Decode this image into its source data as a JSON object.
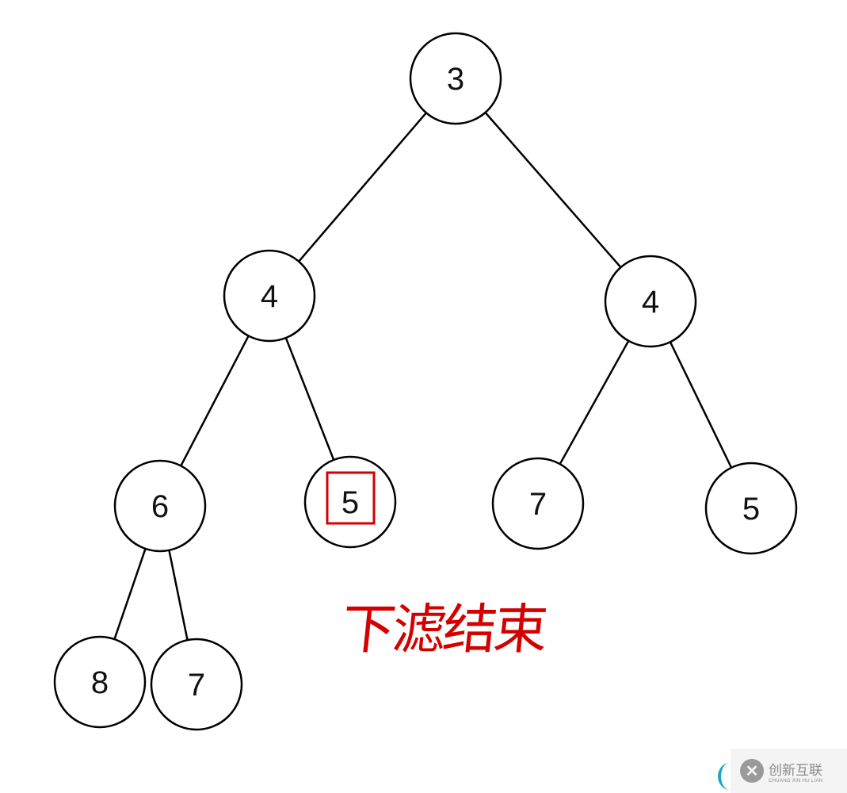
{
  "nodes": [
    {
      "id": "root",
      "label": "3"
    },
    {
      "id": "l",
      "label": "4"
    },
    {
      "id": "r",
      "label": "4"
    },
    {
      "id": "ll",
      "label": "6"
    },
    {
      "id": "lr",
      "label": "5",
      "highlighted": true
    },
    {
      "id": "rl",
      "label": "7"
    },
    {
      "id": "rr",
      "label": "5"
    },
    {
      "id": "lll",
      "label": "8"
    },
    {
      "id": "llr",
      "label": "7"
    }
  ],
  "edges": [
    [
      "root",
      "l"
    ],
    [
      "root",
      "r"
    ],
    [
      "l",
      "ll"
    ],
    [
      "l",
      "lr"
    ],
    [
      "r",
      "rl"
    ],
    [
      "r",
      "rr"
    ],
    [
      "ll",
      "lll"
    ],
    [
      "ll",
      "llr"
    ]
  ],
  "caption": "下滤结束",
  "highlight_color": "#d40000",
  "watermark": {
    "cn": "创新互联",
    "en": "CHUANG XIN HU LIAN",
    "logo": "✕"
  }
}
